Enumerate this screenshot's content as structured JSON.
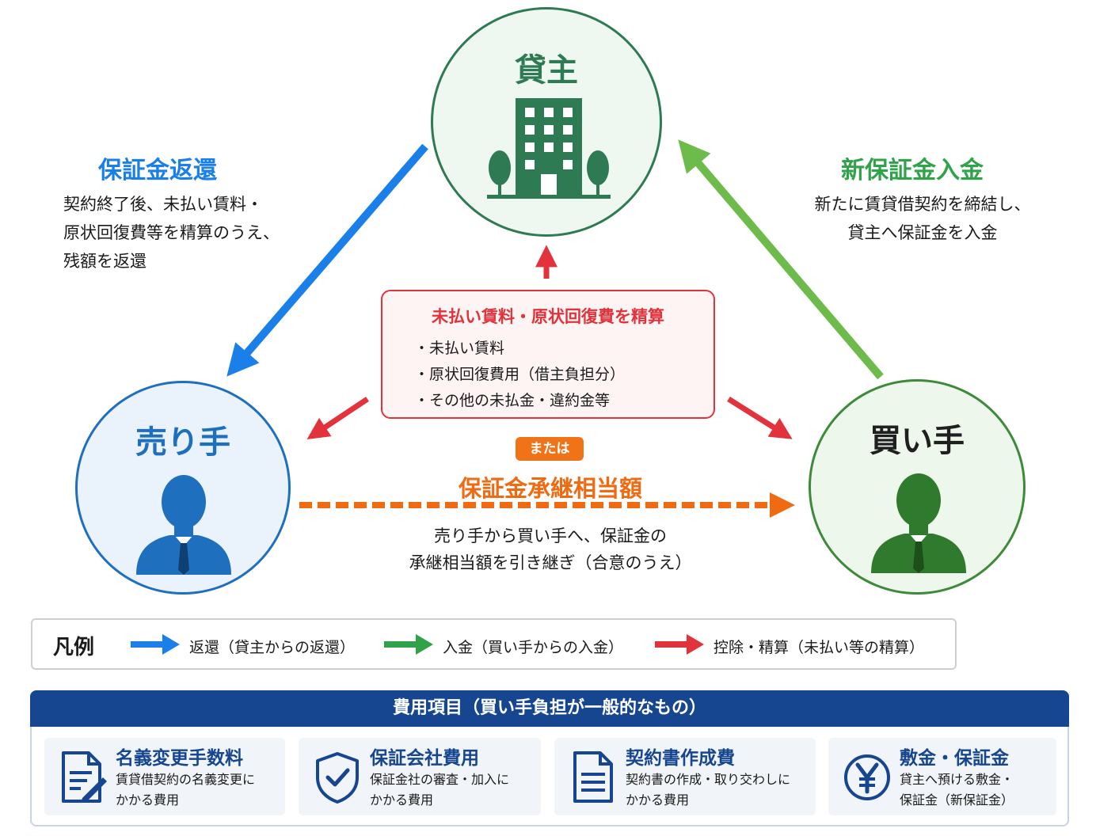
{
  "parties": {
    "landlord": "貸主",
    "seller": "売り手",
    "buyer": "買い手"
  },
  "refund": {
    "title": "保証金返還",
    "text": "契約終了後、未払い賃料・\n原状回復費等を精算のうえ、\n残額を返還"
  },
  "deposit": {
    "title": "新保証金入金",
    "text": "新たに賃貸借契約を締結し、\n貸主へ保証金を入金"
  },
  "settlement": {
    "title": "未払い賃料・原状回復費を精算",
    "items": [
      "未払い賃料",
      "原状回復費用（借主負担分）",
      "その他の未払金・違約金等"
    ]
  },
  "or_label": "または",
  "succession": {
    "title": "保証金承継相当額",
    "text": "売り手から買い手へ、保証金の\n承継相当額を引き継ぎ（合意のうえ）"
  },
  "legend": {
    "title": "凡例",
    "items": [
      {
        "label": "返還（貸主からの返還）",
        "color": "#1a7fe8"
      },
      {
        "label": "入金（買い手からの入金）",
        "color": "#2fa24a"
      },
      {
        "label": "控除・精算（未払い等の精算）",
        "color": "#e2323b"
      }
    ]
  },
  "costs": {
    "header": "費用項目（買い手負担が一般的なもの）",
    "cards": [
      {
        "icon": "document-edit-icon",
        "title": "名義変更手数料",
        "desc": "賃貸借契約の名義変更に\nかかる費用"
      },
      {
        "icon": "shield-check-icon",
        "title": "保証会社費用",
        "desc": "保証金社の審査・加入に\nかかる費用"
      },
      {
        "icon": "document-icon",
        "title": "契約書作成費",
        "desc": "契約書の作成・取り交わしに\nかかる費用"
      },
      {
        "icon": "yen-icon",
        "title": "敷金・保証金",
        "desc": "貸主へ預ける敷金・\n保証金（新保証金）"
      }
    ]
  },
  "colors": {
    "landlord": "#2e7a52",
    "seller": "#1f6fbf",
    "buyer": "#3d8a3a",
    "refund_arrow": "#1a7fe8",
    "deposit_arrow": "#6dbb4a",
    "settle_arrow": "#e2323b",
    "succession": "#f06a12",
    "cost_header": "#16468f"
  }
}
